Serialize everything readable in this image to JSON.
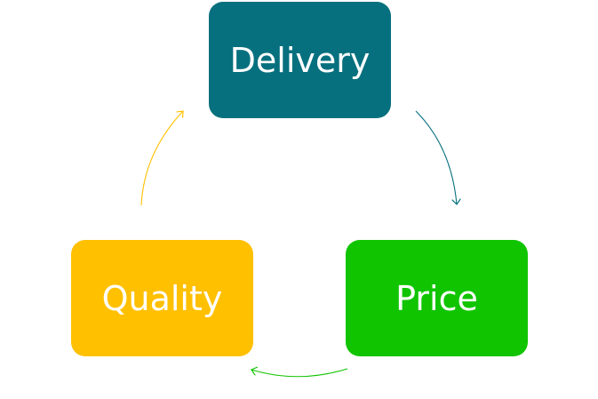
{
  "diagram": {
    "nodes": {
      "delivery": {
        "label": "Delivery",
        "color": "#07707E"
      },
      "price": {
        "label": "Price",
        "color": "#10C400"
      },
      "quality": {
        "label": "Quality",
        "color": "#FFC000"
      }
    },
    "arrows": {
      "delivery_to_price": {
        "color": "#07707E"
      },
      "price_to_quality": {
        "color": "#10C400"
      },
      "quality_to_delivery": {
        "color": "#FFC000"
      }
    }
  }
}
